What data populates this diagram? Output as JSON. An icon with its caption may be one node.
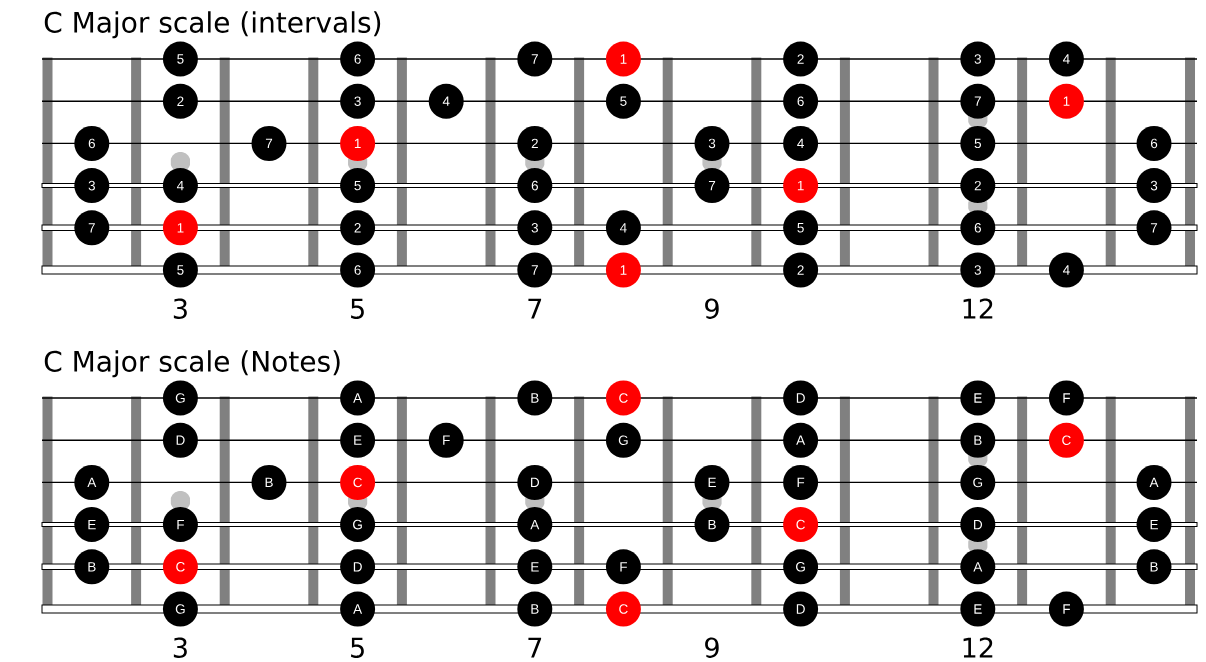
{
  "diagram": {
    "nodes": [
      {
        "text": [
          "5"
        ]
      },
      {
        "text": [
          "6"
        ]
      },
      {
        "text": [
          "7"
        ]
      },
      {
        "text": [
          "1"
        ]
      },
      {
        "text": [
          "2"
        ]
      },
      {
        "text": [
          "3"
        ]
      },
      {
        "text": [
          "4"
        ]
      },
      {
        "text": [
          "2"
        ]
      },
      {
        "text": [
          "3"
        ]
      },
      {
        "text": [
          "4"
        ]
      },
      {
        "text": [
          "5"
        ]
      },
      {
        "text": [
          "6"
        ]
      },
      {
        "text": [
          "7"
        ]
      },
      {
        "text": [
          "1"
        ]
      },
      {
        "text": [
          "6"
        ]
      },
      {
        "text": [
          "7"
        ]
      },
      {
        "text": [
          "1"
        ]
      },
      {
        "text": [
          "2"
        ]
      },
      {
        "text": [
          "3"
        ]
      },
      {
        "text": [
          "4"
        ]
      },
      {
        "text": [
          "5"
        ]
      },
      {
        "text": [
          "6"
        ]
      },
      {
        "text": [
          "3"
        ]
      },
      {
        "text": [
          "4"
        ]
      },
      {
        "text": [
          "5"
        ]
      },
      {
        "text": [
          "6"
        ]
      },
      {
        "text": [
          "7"
        ]
      },
      {
        "text": [
          "1"
        ]
      },
      {
        "text": [
          "2"
        ]
      },
      {
        "text": [
          "3"
        ]
      },
      {
        "text": [
          "7"
        ]
      },
      {
        "text": [
          "1"
        ]
      },
      {
        "text": [
          "2"
        ]
      },
      {
        "text": [
          "3"
        ]
      },
      {
        "text": [
          "4"
        ]
      },
      {
        "text": [
          "5"
        ]
      },
      {
        "text": [
          "6"
        ]
      },
      {
        "text": [
          "7"
        ]
      },
      {
        "text": [
          "5"
        ]
      },
      {
        "text": [
          "6"
        ]
      },
      {
        "text": [
          "7"
        ]
      },
      {
        "text": [
          "1"
        ]
      },
      {
        "text": [
          "2"
        ]
      },
      {
        "text": [
          "3"
        ]
      },
      {
        "text": [
          "4"
        ]
      },
      {
        "text": [
          "G"
        ]
      },
      {
        "text": [
          "A"
        ]
      },
      {
        "text": [
          "B"
        ]
      },
      {
        "text": [
          "C"
        ]
      },
      {
        "text": [
          "D"
        ]
      },
      {
        "text": [
          "E"
        ]
      },
      {
        "text": [
          "F"
        ]
      },
      {
        "text": [
          "D"
        ]
      },
      {
        "text": [
          "E"
        ]
      },
      {
        "text": [
          "F"
        ]
      },
      {
        "text": [
          "G"
        ]
      },
      {
        "text": [
          "A"
        ]
      },
      {
        "text": [
          "B"
        ]
      },
      {
        "text": [
          "C"
        ]
      },
      {
        "text": [
          "A"
        ]
      },
      {
        "text": [
          "B"
        ]
      },
      {
        "text": [
          "C"
        ]
      },
      {
        "text": [
          "D"
        ]
      },
      {
        "text": [
          "E"
        ]
      },
      {
        "text": [
          "F"
        ]
      },
      {
        "text": [
          "G"
        ]
      },
      {
        "text": [
          "A"
        ]
      },
      {
        "text": [
          "E"
        ]
      },
      {
        "text": [
          "F"
        ]
      },
      {
        "text": [
          "G"
        ]
      },
      {
        "text": [
          "A"
        ]
      },
      {
        "text": [
          "B"
        ]
      },
      {
        "text": [
          "C"
        ]
      },
      {
        "text": [
          "D"
        ]
      },
      {
        "text": [
          "E"
        ]
      },
      {
        "text": [
          "B"
        ]
      },
      {
        "text": [
          "C"
        ]
      },
      {
        "text": [
          "D"
        ]
      },
      {
        "text": [
          "E"
        ]
      },
      {
        "text": [
          "F"
        ]
      },
      {
        "text": [
          "G"
        ]
      },
      {
        "text": [
          "A"
        ]
      },
      {
        "text": [
          "B"
        ]
      },
      {
        "text": [
          "G"
        ]
      },
      {
        "text": [
          "A"
        ]
      },
      {
        "text": [
          "B"
        ]
      },
      {
        "text": [
          "C"
        ]
      },
      {
        "text": [
          "D"
        ]
      },
      {
        "text": [
          "E"
        ]
      },
      {
        "text": [
          "F"
        ]
      }
    ],
    "labels": [
      "C Major scale (intervals)",
      "3",
      "5",
      "7",
      "9",
      "12",
      "C Major scale (Notes)",
      "3",
      "5",
      "7",
      "9",
      "12"
    ]
  }
}
